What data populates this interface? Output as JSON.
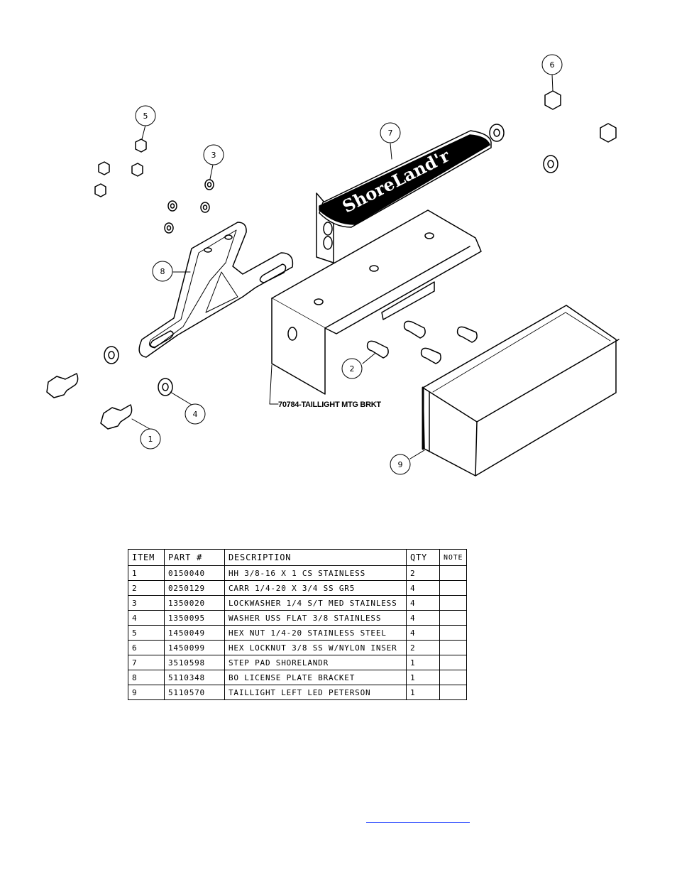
{
  "callouts": [
    {
      "id": "1",
      "label": "1"
    },
    {
      "id": "2",
      "label": "2"
    },
    {
      "id": "3",
      "label": "3"
    },
    {
      "id": "4",
      "label": "4"
    },
    {
      "id": "5",
      "label": "5"
    },
    {
      "id": "6",
      "label": "6"
    },
    {
      "id": "7",
      "label": "7"
    },
    {
      "id": "8",
      "label": "8"
    },
    {
      "id": "9",
      "label": "9"
    }
  ],
  "bracket_label": "70784-TAILLIGHT MTG BRKT",
  "brand_logo": "ShoreLand'r",
  "bom": {
    "headers": [
      "ITEM",
      "PART #",
      "DESCRIPTION",
      "QTY",
      "NOTE"
    ],
    "rows": [
      {
        "item": "1",
        "part": "0150040",
        "desc": "HH 3/8-16 X 1 CS STAINLESS",
        "qty": "2",
        "note": ""
      },
      {
        "item": "2",
        "part": "0250129",
        "desc": "CARR 1/4-20 X 3/4 SS GR5",
        "qty": "4",
        "note": ""
      },
      {
        "item": "3",
        "part": "1350020",
        "desc": "LOCKWASHER 1/4 S/T MED STAINLESS",
        "qty": "4",
        "note": ""
      },
      {
        "item": "4",
        "part": "1350095",
        "desc": "WASHER USS FLAT 3/8 STAINLESS",
        "qty": "4",
        "note": ""
      },
      {
        "item": "5",
        "part": "1450049",
        "desc": "HEX NUT 1/4-20 STAINLESS STEEL",
        "qty": "4",
        "note": ""
      },
      {
        "item": "6",
        "part": "1450099",
        "desc": "HEX LOCKNUT 3/8 SS W/NYLON INSER",
        "qty": "2",
        "note": ""
      },
      {
        "item": "7",
        "part": "3510598",
        "desc": "STEP PAD SHORELANDR",
        "qty": "1",
        "note": ""
      },
      {
        "item": "8",
        "part": "5110348",
        "desc": "BO LICENSE PLATE BRACKET",
        "qty": "1",
        "note": ""
      },
      {
        "item": "9",
        "part": "5110570",
        "desc": "TAILLIGHT LEFT LED PETERSON",
        "qty": "1",
        "note": ""
      }
    ]
  },
  "colors": {
    "line": "#000000",
    "link": "#1a3cff"
  }
}
